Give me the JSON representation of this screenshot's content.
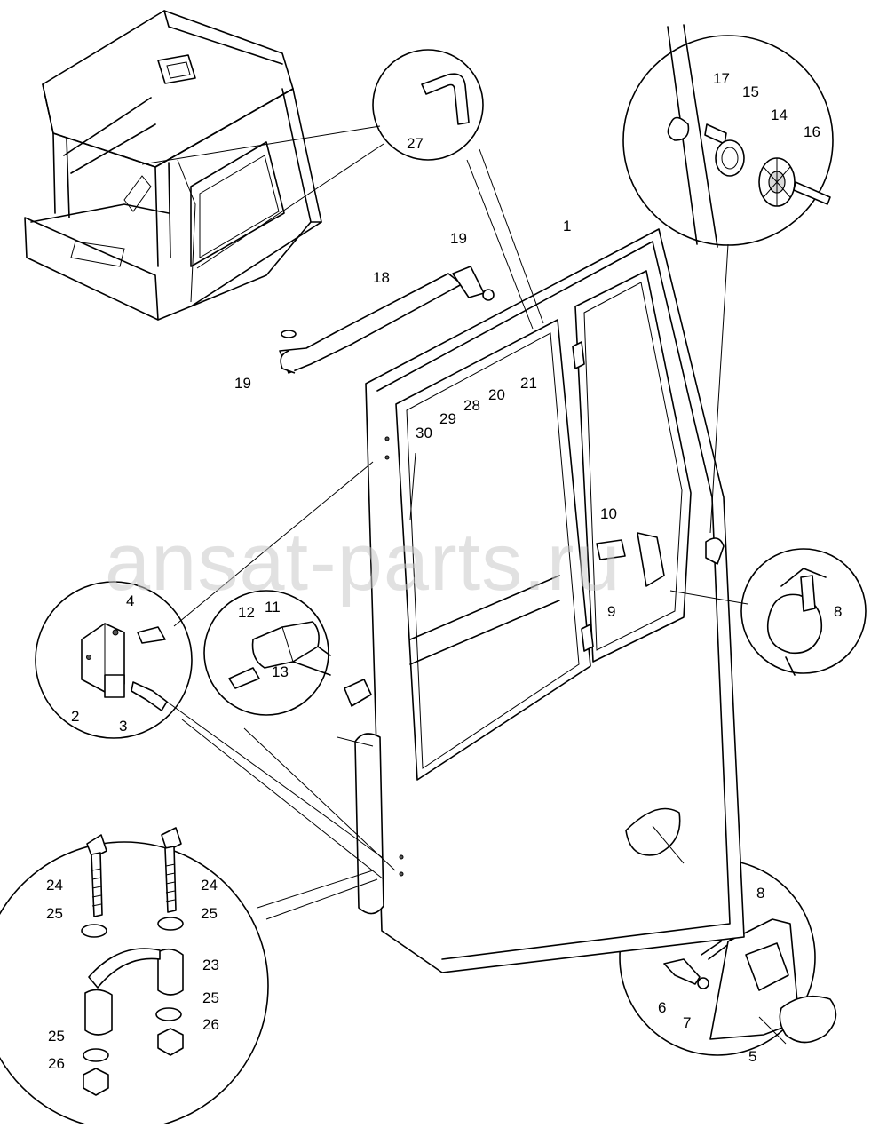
{
  "watermark": "ansat-parts.ru",
  "callouts": [
    {
      "id": "c1",
      "text": "1"
    },
    {
      "id": "c2",
      "text": "2"
    },
    {
      "id": "c3",
      "text": "3"
    },
    {
      "id": "c4",
      "text": "4"
    },
    {
      "id": "c5",
      "text": "5"
    },
    {
      "id": "c6",
      "text": "6"
    },
    {
      "id": "c7",
      "text": "7"
    },
    {
      "id": "c8a",
      "text": "8"
    },
    {
      "id": "c8b",
      "text": "8"
    },
    {
      "id": "c9",
      "text": "9"
    },
    {
      "id": "c10",
      "text": "10"
    },
    {
      "id": "c11",
      "text": "11"
    },
    {
      "id": "c12",
      "text": "12"
    },
    {
      "id": "c13",
      "text": "13"
    },
    {
      "id": "c14",
      "text": "14"
    },
    {
      "id": "c15",
      "text": "15"
    },
    {
      "id": "c16",
      "text": "16"
    },
    {
      "id": "c17",
      "text": "17"
    },
    {
      "id": "c18",
      "text": "18"
    },
    {
      "id": "c19a",
      "text": "19"
    },
    {
      "id": "c19b",
      "text": "19"
    },
    {
      "id": "c20",
      "text": "20"
    },
    {
      "id": "c21",
      "text": "21"
    },
    {
      "id": "c23",
      "text": "23"
    },
    {
      "id": "c24a",
      "text": "24"
    },
    {
      "id": "c24b",
      "text": "24"
    },
    {
      "id": "c25a",
      "text": "25"
    },
    {
      "id": "c25b",
      "text": "25"
    },
    {
      "id": "c25c",
      "text": "25"
    },
    {
      "id": "c25d",
      "text": "25"
    },
    {
      "id": "c26a",
      "text": "26"
    },
    {
      "id": "c26b",
      "text": "26"
    },
    {
      "id": "c27",
      "text": "27"
    },
    {
      "id": "c28",
      "text": "28"
    },
    {
      "id": "c29",
      "text": "29"
    },
    {
      "id": "c30",
      "text": "30"
    }
  ]
}
